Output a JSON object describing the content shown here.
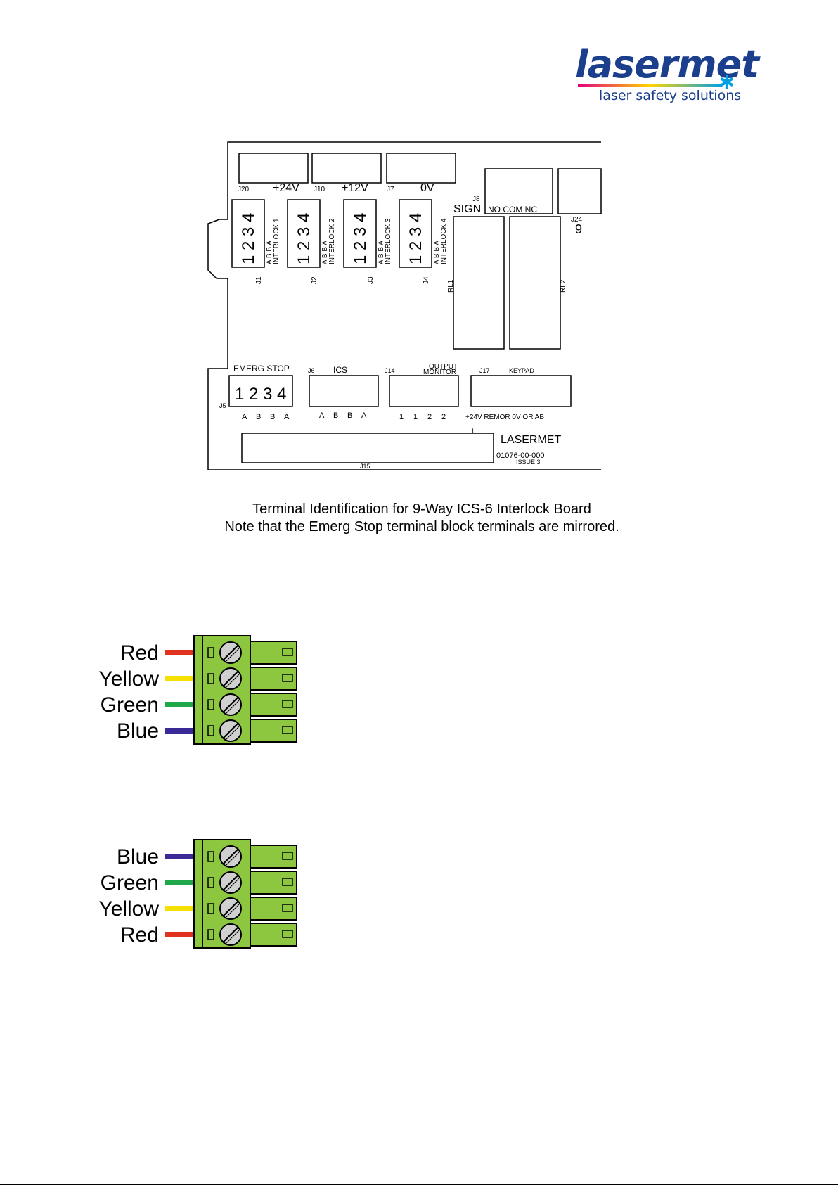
{
  "logo": {
    "name": "lasermet",
    "tagline": "laser safety solutions",
    "colors": {
      "primary": "#1b3f8c",
      "accent": "#00a0e3"
    }
  },
  "board": {
    "top_connectors": [
      {
        "ref": "J20",
        "label": "+24V"
      },
      {
        "ref": "J10",
        "label": "+12V"
      },
      {
        "ref": "J7",
        "label": "0V"
      }
    ],
    "sign": {
      "ref": "J8",
      "label": "SIGN",
      "pins": "NO COM NC"
    },
    "j24": {
      "ref": "J24",
      "label": "9"
    },
    "interlocks": [
      {
        "ref": "J1",
        "name": "INTERLOCK 1",
        "pins": [
          "1",
          "2",
          "3",
          "4"
        ],
        "pin_labels": "A B B A"
      },
      {
        "ref": "J2",
        "name": "INTERLOCK 2",
        "pins": [
          "1",
          "2",
          "3",
          "4"
        ],
        "pin_labels": "A B B A"
      },
      {
        "ref": "J3",
        "name": "INTERLOCK 3",
        "pins": [
          "1",
          "2",
          "3",
          "4"
        ],
        "pin_labels": "A B B A"
      },
      {
        "ref": "J4",
        "name": "INTERLOCK 4",
        "pins": [
          "1",
          "2",
          "3",
          "4"
        ],
        "pin_labels": "A B B A"
      }
    ],
    "relays": [
      "RL1",
      "RL2"
    ],
    "emerg_stop": {
      "ref": "J5",
      "label": "EMERG STOP",
      "pins": [
        "1",
        "2",
        "3",
        "4"
      ],
      "pin_labels": [
        "A",
        "B",
        "B",
        "A"
      ]
    },
    "ics": {
      "ref": "J6",
      "label": "ICS",
      "pin_labels": [
        "A",
        "B",
        "B",
        "A"
      ]
    },
    "output_monitor": {
      "ref": "J14",
      "label_line1": "OUTPUT",
      "label_line2": "MONITOR",
      "pin_labels": [
        "1",
        "1",
        "2",
        "2"
      ]
    },
    "keypad": {
      "ref": "J17",
      "label": "KEYPAD",
      "pin_labels": "+24V REMOR 0V OR AB",
      "extra": "1"
    },
    "bottom": {
      "ref": "J15"
    },
    "brand": {
      "name": "LASERMET",
      "part_no": "01076-00-000",
      "issue": "ISSUE 3"
    }
  },
  "caption": {
    "line1": "Terminal Identification for 9-Way ICS-6 Interlock Board",
    "line2": "Note that the Emerg Stop terminal block terminals are mirrored."
  },
  "connectors": [
    {
      "wires": [
        {
          "label": "Red",
          "color": "#e0321e"
        },
        {
          "label": "Yellow",
          "color": "#f5e000"
        },
        {
          "label": "Green",
          "color": "#1fa84a"
        },
        {
          "label": "Blue",
          "color": "#3a2a98"
        }
      ]
    },
    {
      "wires": [
        {
          "label": "Blue",
          "color": "#3a2a98"
        },
        {
          "label": "Green",
          "color": "#1fa84a"
        },
        {
          "label": "Yellow",
          "color": "#f5e000"
        },
        {
          "label": "Red",
          "color": "#e0321e"
        }
      ]
    }
  ],
  "block_color": "#8dc63f"
}
